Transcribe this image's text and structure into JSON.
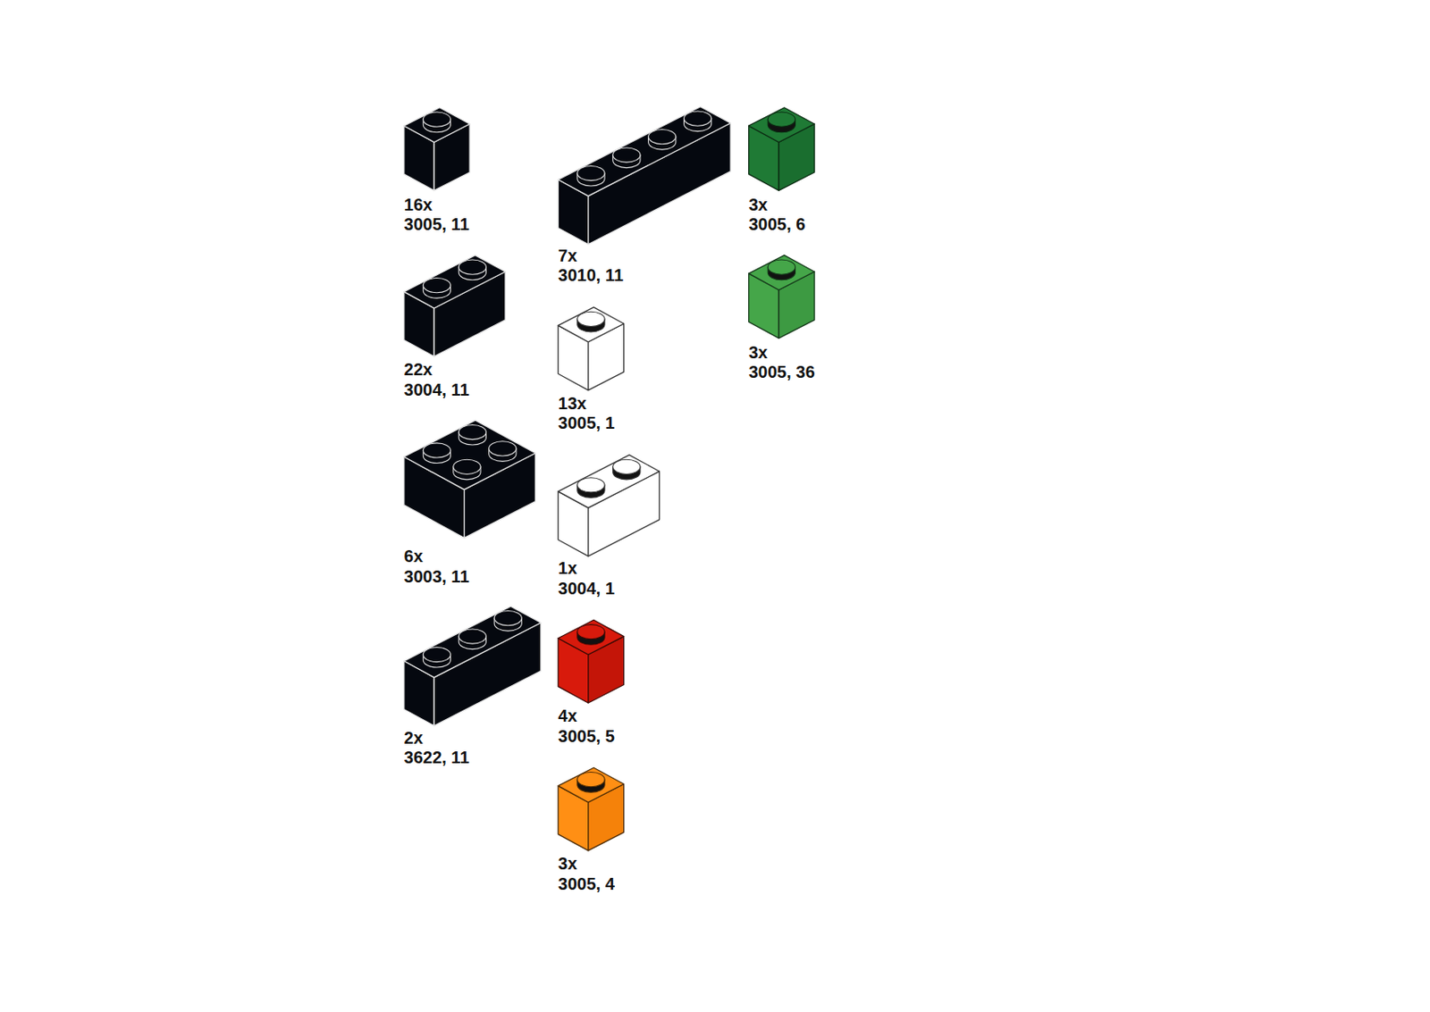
{
  "diagram": {
    "labels": [
      "16x",
      "3005, 11",
      "22x",
      "3004, 11",
      "6x",
      "3003, 11",
      "2x",
      "3622, 11",
      "7x",
      "3010, 11",
      "13x",
      "3005, 1",
      "1x",
      "3004, 1",
      "4x",
      "3005, 5",
      "3x",
      "3005, 4",
      "3x",
      "3005, 6",
      "3x",
      "3005, 36"
    ]
  }
}
